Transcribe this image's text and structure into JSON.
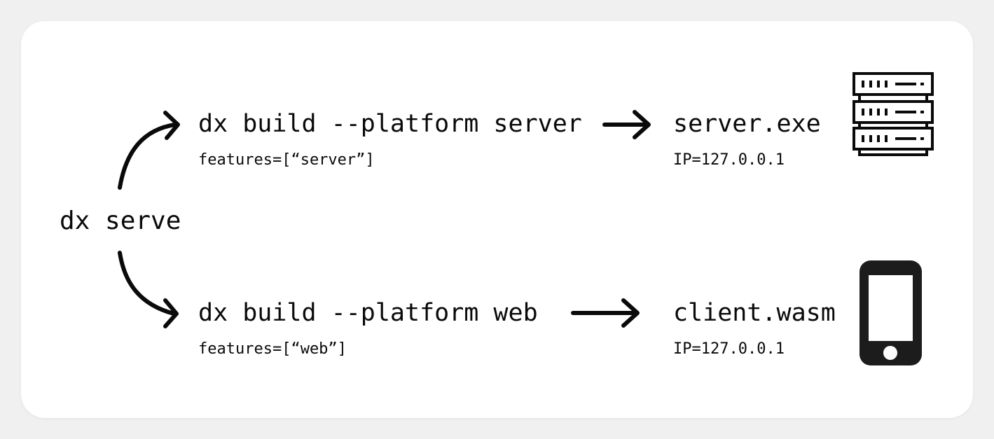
{
  "diagram": {
    "root": {
      "label": "dx serve"
    },
    "builds": [
      {
        "command": "dx build --platform server",
        "features": "features=[“server”]"
      },
      {
        "command": "dx build --platform web",
        "features": "features=[“web”]"
      }
    ],
    "outputs": [
      {
        "artifact": "server.exe",
        "ip": "IP=127.0.0.1",
        "icon": "server-rack-icon"
      },
      {
        "artifact": "client.wasm",
        "ip": "IP=127.0.0.1",
        "icon": "phone-icon"
      }
    ]
  },
  "colors": {
    "background": "#f0f0f0",
    "card": "#ffffff",
    "ink": "#0a0a0a",
    "icon_fill": "#1c1c1c"
  }
}
